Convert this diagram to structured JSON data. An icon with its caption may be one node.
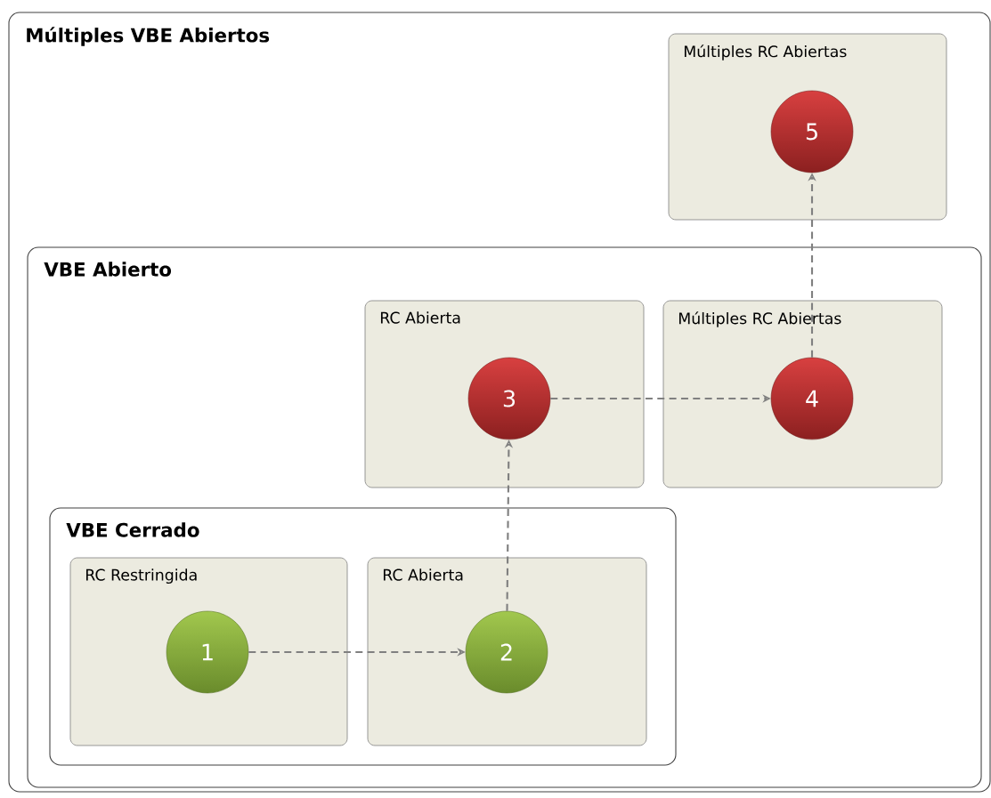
{
  "diagram": {
    "nodes": [
      {
        "text": [
          "Múltiples VBE Abiertos"
        ]
      },
      {
        "text": [
          "Múltiples RC Abiertas"
        ],
        "in": 0
      },
      {
        "text": [
          "5"
        ],
        "in": 1
      },
      {
        "text": [
          "VBE Abierto"
        ],
        "in": 0
      },
      {
        "text": [
          "RC Abierta"
        ],
        "in": 3
      },
      {
        "text": [
          "3"
        ],
        "in": 4
      },
      {
        "text": [
          "Múltiples RC Abiertas"
        ],
        "in": 3
      },
      {
        "text": [
          "4"
        ],
        "in": 6
      },
      {
        "text": [
          "VBE Cerrado"
        ],
        "in": 3
      },
      {
        "text": [
          "RC Restringida"
        ],
        "in": 8
      },
      {
        "text": [
          "1"
        ],
        "in": 9
      },
      {
        "text": [
          "RC Abierta"
        ],
        "in": 8
      },
      {
        "text": [
          "2"
        ],
        "in": 11
      }
    ],
    "edges": [
      {
        "from": 10,
        "to": 12,
        "arrow": "to",
        "style": "dashed"
      },
      {
        "from": 12,
        "to": 5,
        "arrow": "to",
        "style": "dashed"
      },
      {
        "from": 5,
        "to": 7,
        "arrow": "to",
        "style": "dashed"
      },
      {
        "from": 7,
        "to": 2,
        "arrow": "to",
        "style": "dashed"
      }
    ]
  }
}
